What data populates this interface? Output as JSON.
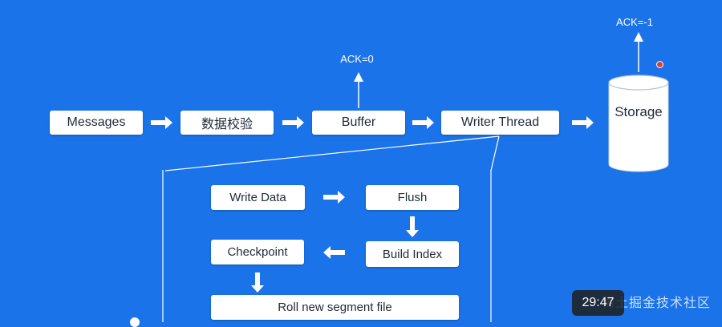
{
  "colors": {
    "background": "#1a73e8",
    "box": "#ffffff",
    "text": "#1f2a3a",
    "accent_dot": "#e53935"
  },
  "pipeline": {
    "messages": "Messages",
    "validate": "数据校验",
    "buffer": "Buffer",
    "writer": "Writer Thread",
    "storage": "Storage"
  },
  "acks": {
    "buffer_ack": "ACK=0",
    "storage_ack": "ACK=-1"
  },
  "detail": {
    "write_data": "Write Data",
    "flush": "Flush",
    "build_index": "Build Index",
    "checkpoint": "Checkpoint",
    "roll": "Roll new segment file"
  },
  "overlay": {
    "timestamp": "29:47",
    "watermark": "稀土掘金技术社区"
  }
}
